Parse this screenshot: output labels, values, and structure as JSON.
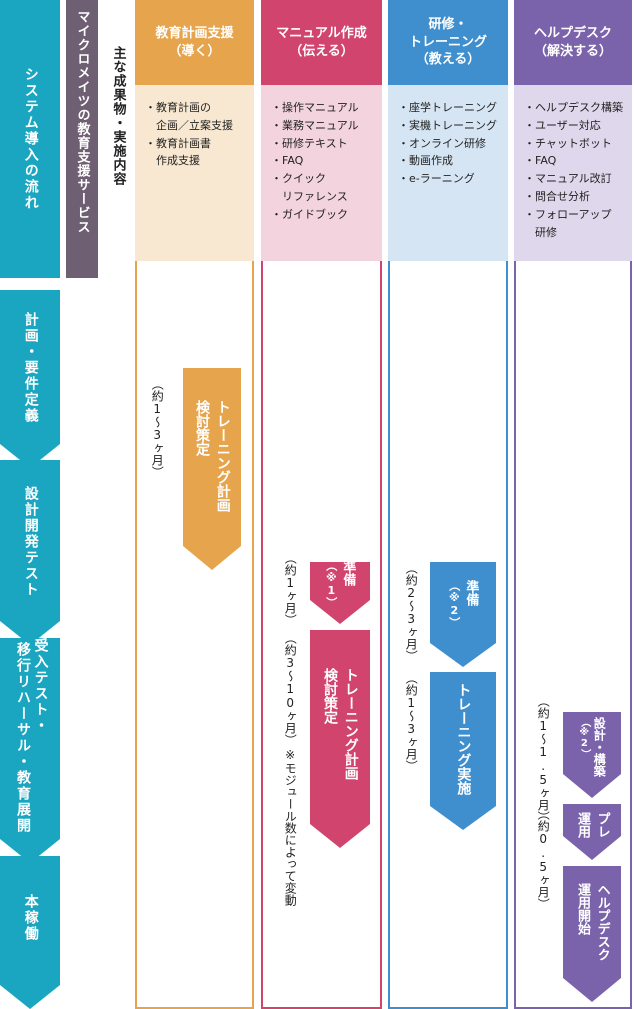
{
  "phases": {
    "flow_title": "システム導入の流れ",
    "planning": "計画・要件定義",
    "design": "設計開発テスト",
    "acceptance_line1": "受入テスト・",
    "acceptance_line2": "移行リハーサル・教育展開",
    "operation": "本稼働"
  },
  "service_label": "マイクロメイツの教育支援サービス",
  "deliverables_label": "主な成果物・実施内容",
  "columns": [
    {
      "title": "教育計画支援",
      "subtitle": "（導く）",
      "items": [
        "・教育計画の",
        "　企画／立案支援",
        "・教育計画書",
        "　作成支援"
      ]
    },
    {
      "title": "マニュアル作成",
      "subtitle": "（伝える）",
      "items": [
        "・操作マニュアル",
        "・業務マニュアル",
        "・研修テキスト",
        "・FAQ",
        "・クイック",
        "　リファレンス",
        "・ガイドブック"
      ]
    },
    {
      "title": "研修・",
      "title2": "トレーニング",
      "subtitle": "（教える）",
      "items": [
        "・座学トレーニング",
        "・実機トレーニング",
        "・オンライン研修",
        "・動画作成",
        "・e-ラーニング"
      ]
    },
    {
      "title": "ヘルプデスク",
      "subtitle": "（解決する）",
      "items": [
        "・ヘルプデスク構築",
        "・ユーザー対応",
        "・チャットボット",
        "・FAQ",
        "・マニュアル改訂",
        "・問合せ分析",
        "・フォローアップ",
        "　研修"
      ]
    }
  ],
  "steps": {
    "edu_plan_line1": "トレーニング計画",
    "edu_plan_line2": "検討策定",
    "edu_duration": "（約1〜3ヶ月）",
    "man_prep": "準備",
    "man_prep_note": "（※1）",
    "man_plan_line1": "トレーニング計画",
    "man_plan_line2": "検討策定",
    "man_duration1": "（約1ヶ月）",
    "man_duration2": "（約3〜10ヶ月）",
    "man_note": "※モジュール数によって変動",
    "trn_prep": "準備",
    "trn_prep_note": "（※2）",
    "trn_exec": "トレーニング実施",
    "trn_duration1": "（約2〜3ヶ月）",
    "trn_duration2": "（約1〜3ヶ月）",
    "help_design_line1": "設計・構築",
    "help_design_note": "（※2）",
    "help_pre_line1": "プレ",
    "help_pre_line2": "運用",
    "help_start_line1": "ヘルプデスク",
    "help_start_line2": "運用開始",
    "help_duration1": "（約1〜1.5ヶ月）",
    "help_duration2": "（約0.5ヶ月）"
  },
  "colors": {
    "phase": "#1aa6c0",
    "service": "#6f5f73",
    "edu": "#e6a54d",
    "edu_light": "#f8e8d1",
    "manual": "#d1446e",
    "manual_light": "#f3d3dd",
    "training": "#3f8fcf",
    "training_light": "#d5e5f4",
    "help": "#7a63ab",
    "help_light": "#dfd7ec"
  }
}
